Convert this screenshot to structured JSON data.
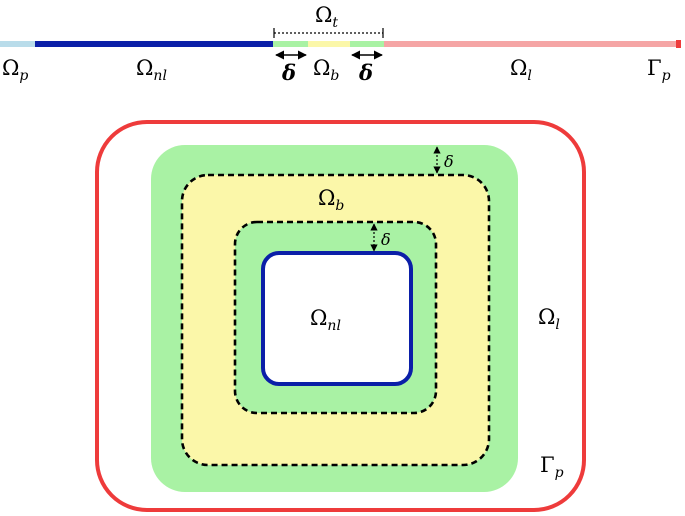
{
  "colors": {
    "omega_p": "#b9dcea",
    "omega_nl": "#0b1fa8",
    "transition_green": "#a9f2a4",
    "omega_b": "#fbf7a9",
    "omega_l": "#f5a5a5",
    "gamma_p": "#ee3b3b",
    "dashed": "#000000"
  },
  "bar_labels": {
    "omega_p": "Ω",
    "omega_p_sub": "p",
    "omega_nl": "Ω",
    "omega_nl_sub": "nl",
    "delta_left": "δ",
    "omega_b": "Ω",
    "omega_b_sub": "b",
    "delta_right": "δ",
    "omega_l": "Ω",
    "omega_l_sub": "l",
    "gamma_p": "Γ",
    "gamma_p_sub": "p",
    "omega_t": "Ω",
    "omega_t_sub": "t"
  },
  "domain_labels": {
    "omega_nl": "Ω",
    "omega_nl_sub": "nl",
    "omega_b": "Ω",
    "omega_b_sub": "b",
    "omega_l": "Ω",
    "omega_l_sub": "l",
    "gamma_p": "Γ",
    "gamma_p_sub": "p",
    "delta_outer": "δ",
    "delta_inner": "δ"
  }
}
